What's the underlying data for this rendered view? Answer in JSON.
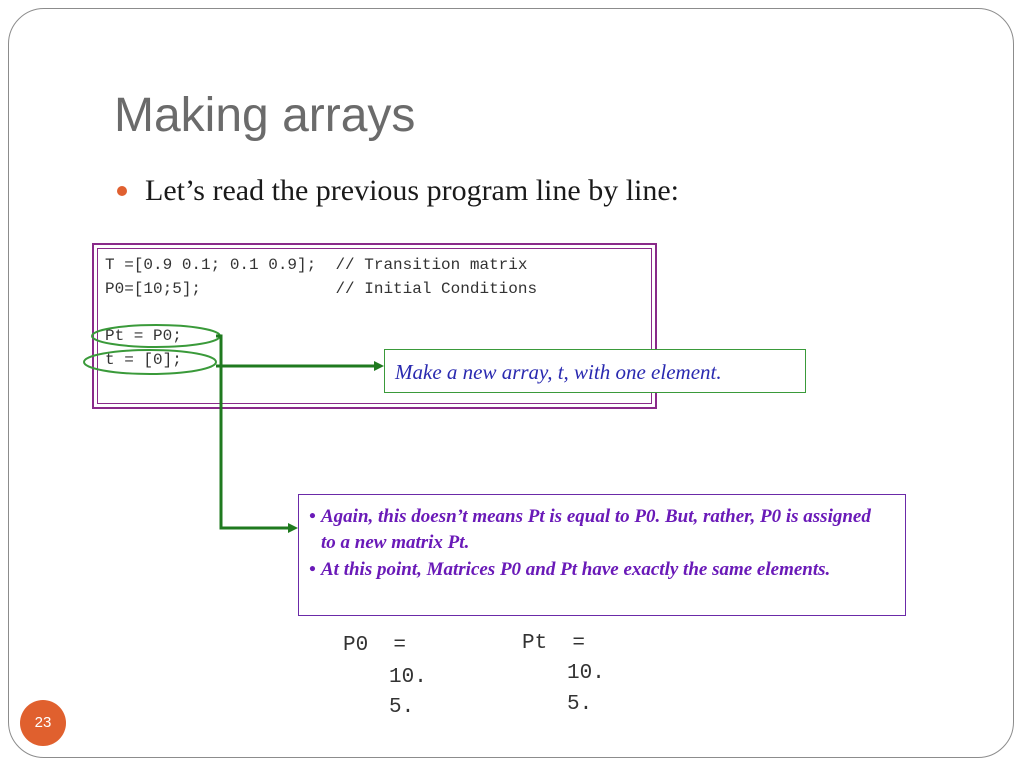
{
  "slide": {
    "title": "Making arrays",
    "bullet": "Let’s read the previous program line by line:",
    "page_number": "23"
  },
  "code": {
    "lines": [
      "T =[0.9 0.1; 0.1 0.9];  // Transition matrix",
      "P0=[10;5];              // Initial Conditions",
      "",
      "Pt = P0;",
      "t = [0];"
    ]
  },
  "callouts": {
    "new_array": "Make a new array, t, with one element.",
    "points": [
      "Again, this doesn’t means Pt is equal to P0. But, rather, P0 is assigned to a new matrix Pt.",
      "At this point, Matrices P0 and Pt have exactly the same elements."
    ]
  },
  "outputs": {
    "p0": {
      "label": "P0  =",
      "values": [
        "10.",
        "5."
      ]
    },
    "pt": {
      "label": "Pt  =",
      "values": [
        "10.",
        "5."
      ]
    }
  },
  "colors": {
    "accent": "#e0602e",
    "title": "#6b6b6b",
    "code_box_border": "#8a2a8a",
    "arrow": "#1f7a1f",
    "callout_text_blue": "#2a2ab0",
    "callout_text_purple": "#6a1ab8"
  }
}
